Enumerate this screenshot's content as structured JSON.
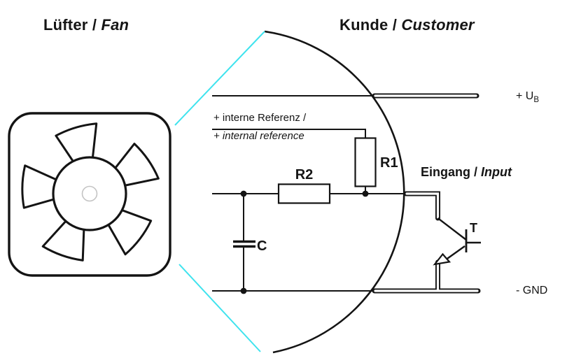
{
  "titles": {
    "fan_de": "Lüfter /",
    "fan_en": "Fan",
    "customer_de": "Kunde /",
    "customer_en": "Customer"
  },
  "labels": {
    "internal_reference_de": "+ interne Referenz /",
    "internal_reference_en": "+ internal reference",
    "input_de": "Eingang /",
    "input_en": "Input",
    "supply_prefix": "+ U",
    "supply_subscript": "B",
    "ground": "- GND"
  },
  "components": {
    "r1": "R1",
    "r2": "R2",
    "capacitor": "C",
    "transistor": "T"
  },
  "colors": {
    "stroke": "#141414",
    "zoom_guide_cyan": "#3fe3ee",
    "hub_ring_gray": "#c4c4c4",
    "background": "#ffffff"
  }
}
